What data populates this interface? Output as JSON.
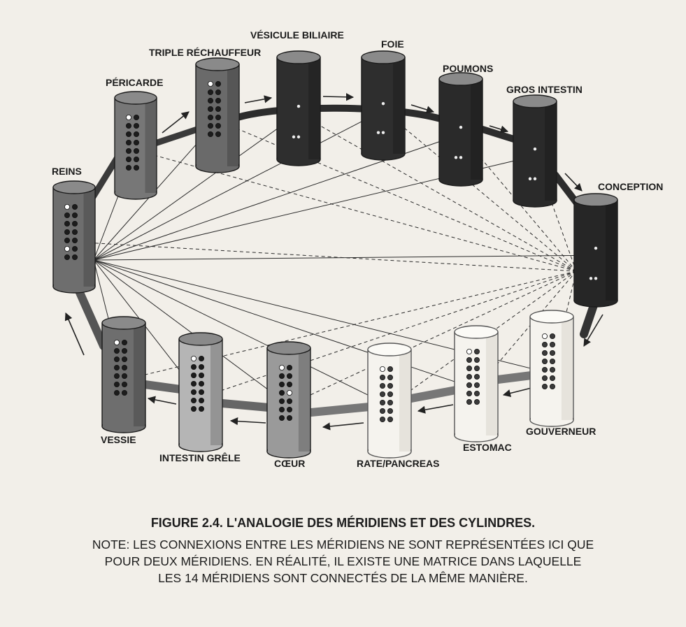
{
  "figure": {
    "labels": {
      "reins": "REINS",
      "pericarde": "PÉRICARDE",
      "triple_rechauffeur": "TRIPLE RÉCHAUFFEUR",
      "vesicule_biliaire": "VÉSICULE BILIAIRE",
      "foie": "FOIE",
      "poumons": "POUMONS",
      "gros_intestin": "GROS INTESTIN",
      "conception": "CONCEPTION",
      "gouverneur": "GOUVERNEUR",
      "estomac": "ESTOMAC",
      "rate_pancreas": "RATE/PANCREAS",
      "coeur": "CŒUR",
      "intestin_grele": "INTESTIN GRÊLE",
      "vessie": "VESSIE"
    }
  },
  "caption": {
    "title": "FIGURE 2.4. L'ANALOGIE DES MÉRIDIENS ET DES CYLINDRES.",
    "note_line1": "NOTE: LES CONNEXIONS ENTRE LES MÉRIDIENS NE SONT REPRÉSENTÉES ICI QUE",
    "note_line2": "POUR DEUX MÉRIDIENS. EN RÉALITÉ, IL EXISTE UNE MATRICE DANS LAQUELLE",
    "note_line3": "LES 14 MÉRIDIENS SONT CONNECTÉS DE LA MÊME MANIÈRE."
  }
}
